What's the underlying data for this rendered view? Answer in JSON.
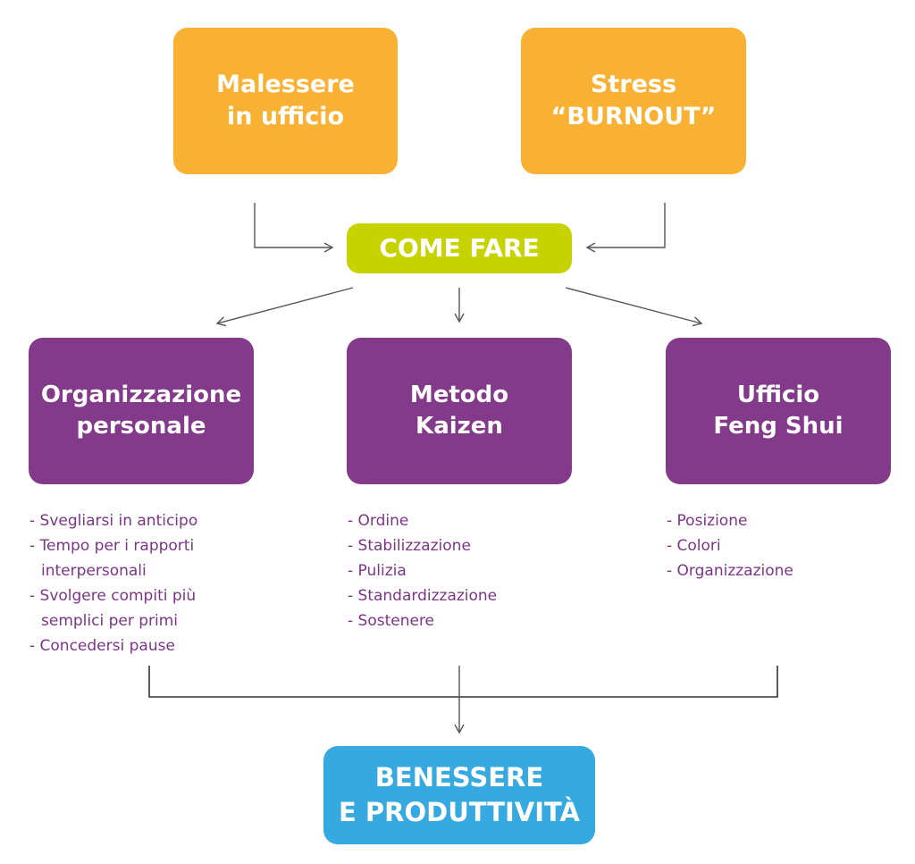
{
  "diagram": {
    "causes": [
      {
        "line1": "Malessere",
        "line2": "in ufficio"
      },
      {
        "line1": "Stress",
        "line2": "“BURNOUT”"
      }
    ],
    "hub": {
      "label": "COME FARE"
    },
    "methods": [
      {
        "line1": "Organizzazione",
        "line2": "personale",
        "items": [
          "- Svegliarsi in anticipo",
          "- Tempo per i rapporti interpersonali",
          "- Svolgere compiti più semplici per primi",
          "- Concedersi pause"
        ]
      },
      {
        "line1": "Metodo",
        "line2": "Kaizen",
        "items": [
          "- Ordine",
          "- Stabilizzazione",
          "- Pulizia",
          "- Standardizzazione",
          "- Sostenere"
        ]
      },
      {
        "line1": "Ufficio",
        "line2": "Feng Shui",
        "items": [
          "- Posizione",
          "- Colori",
          "- Organizzazione"
        ]
      }
    ],
    "result": {
      "line1": "BENESSERE",
      "line2": "E PRODUTTIVITÀ"
    },
    "colors": {
      "cause": "#f8b133",
      "hub": "#c6d300",
      "method": "#833a8b",
      "result": "#36a9e1",
      "list_text": "#7b3585",
      "connector": "#555555"
    }
  }
}
